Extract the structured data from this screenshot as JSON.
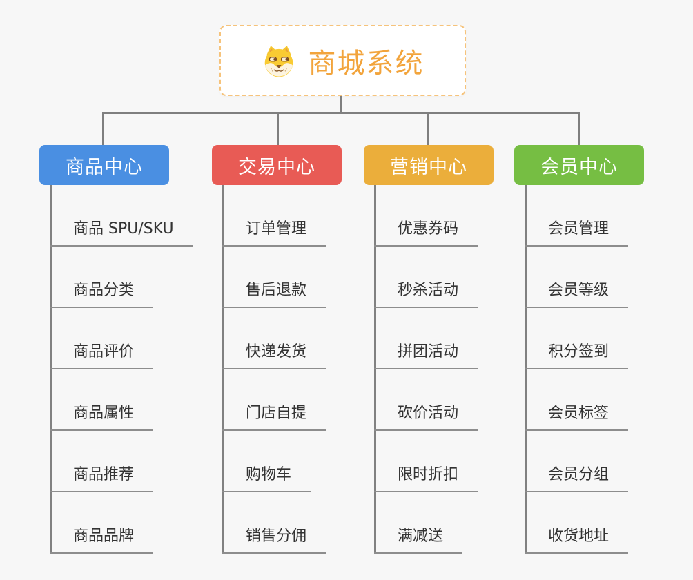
{
  "root": {
    "label": "商城系统",
    "accent_color": "#f2a43c",
    "border_color": "#f6c37b",
    "icon": "dog-face-icon"
  },
  "connector_color": "#7f7f7f",
  "background_color": "#f7f7f7",
  "branches": [
    {
      "label": "商品中心",
      "color": "#4a8fe2",
      "items": [
        "商品 SPU/SKU",
        "商品分类",
        "商品评价",
        "商品属性",
        "商品推荐",
        "商品品牌"
      ]
    },
    {
      "label": "交易中心",
      "color": "#e85b55",
      "items": [
        "订单管理",
        "售后退款",
        "快递发货",
        "门店自提",
        "购物车",
        "销售分佣"
      ]
    },
    {
      "label": "营销中心",
      "color": "#ebae3b",
      "items": [
        "优惠券码",
        "秒杀活动",
        "拼团活动",
        "砍价活动",
        "限时折扣",
        "满减送"
      ]
    },
    {
      "label": "会员中心",
      "color": "#76be43",
      "items": [
        "会员管理",
        "会员等级",
        "积分签到",
        "会员标签",
        "会员分组",
        "收货地址"
      ]
    }
  ]
}
